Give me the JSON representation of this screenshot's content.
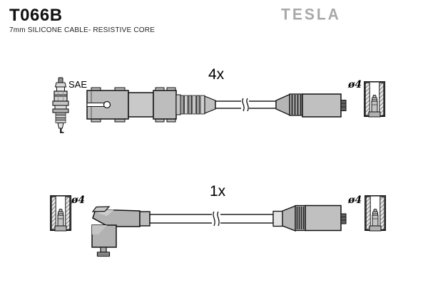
{
  "header": {
    "part_number": "T066B",
    "subtitle": "7mm SILICONE CABLE- RESISTIVE CORE",
    "brand": "TESLA"
  },
  "rows": [
    {
      "quantity": "4x",
      "plug_label": "SAE",
      "right_diameter": "ø4",
      "left_icon": "spark-plug-icon",
      "right_icon": "terminal-cross-section-icon",
      "description": "straight spark plug connector cable"
    },
    {
      "quantity": "1x",
      "left_diameter": "ø4",
      "right_diameter": "ø4",
      "left_icon": "terminal-cross-section-icon",
      "right_icon": "terminal-cross-section-icon",
      "description": "90-degree angled boot connector cable"
    }
  ],
  "colors": {
    "brand_gray": "#a8a8a8",
    "connector_fill": "#bdbdbd",
    "connector_dark": "#9e9e9e",
    "cable_fill": "#ffffff",
    "outline": "#111111",
    "background": "#ffffff"
  }
}
